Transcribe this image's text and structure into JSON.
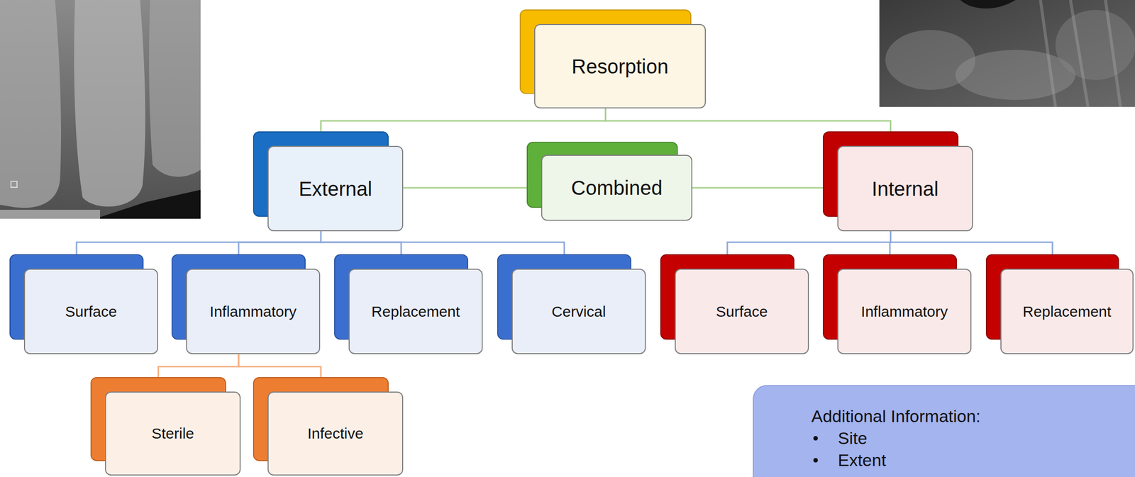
{
  "diagram": {
    "nodes": [
      {
        "text": [
          "Resorption"
        ]
      },
      {
        "text": [
          "External"
        ]
      },
      {
        "text": [
          "Combined"
        ]
      },
      {
        "text": [
          "Internal"
        ]
      },
      {
        "text": [
          "Surface"
        ]
      },
      {
        "text": [
          "Inflammatory"
        ]
      },
      {
        "text": [
          "Replacement"
        ]
      },
      {
        "text": [
          "Cervical"
        ]
      },
      {
        "text": [
          "Surface"
        ]
      },
      {
        "text": [
          "Inflammatory"
        ]
      },
      {
        "text": [
          "Replacement"
        ]
      },
      {
        "text": [
          "Sterile"
        ]
      },
      {
        "text": [
          "Infective"
        ]
      },
      {
        "text": [
          "Additional Information:",
          "Site",
          "Extent"
        ]
      }
    ],
    "edges": [
      {
        "from": 0,
        "to": 1,
        "arrow": "none"
      },
      {
        "from": 0,
        "to": 3,
        "arrow": "none"
      },
      {
        "from": 1,
        "to": 2,
        "arrow": "none"
      },
      {
        "from": 2,
        "to": 3,
        "arrow": "none"
      },
      {
        "from": 1,
        "to": 4,
        "arrow": "none"
      },
      {
        "from": 1,
        "to": 5,
        "arrow": "none"
      },
      {
        "from": 1,
        "to": 6,
        "arrow": "none"
      },
      {
        "from": 1,
        "to": 7,
        "arrow": "none"
      },
      {
        "from": 3,
        "to": 8,
        "arrow": "none"
      },
      {
        "from": 3,
        "to": 9,
        "arrow": "none"
      },
      {
        "from": 3,
        "to": 10,
        "arrow": "none"
      },
      {
        "from": 5,
        "to": 11,
        "arrow": "none"
      },
      {
        "from": 5,
        "to": 12,
        "arrow": "none"
      }
    ]
  }
}
